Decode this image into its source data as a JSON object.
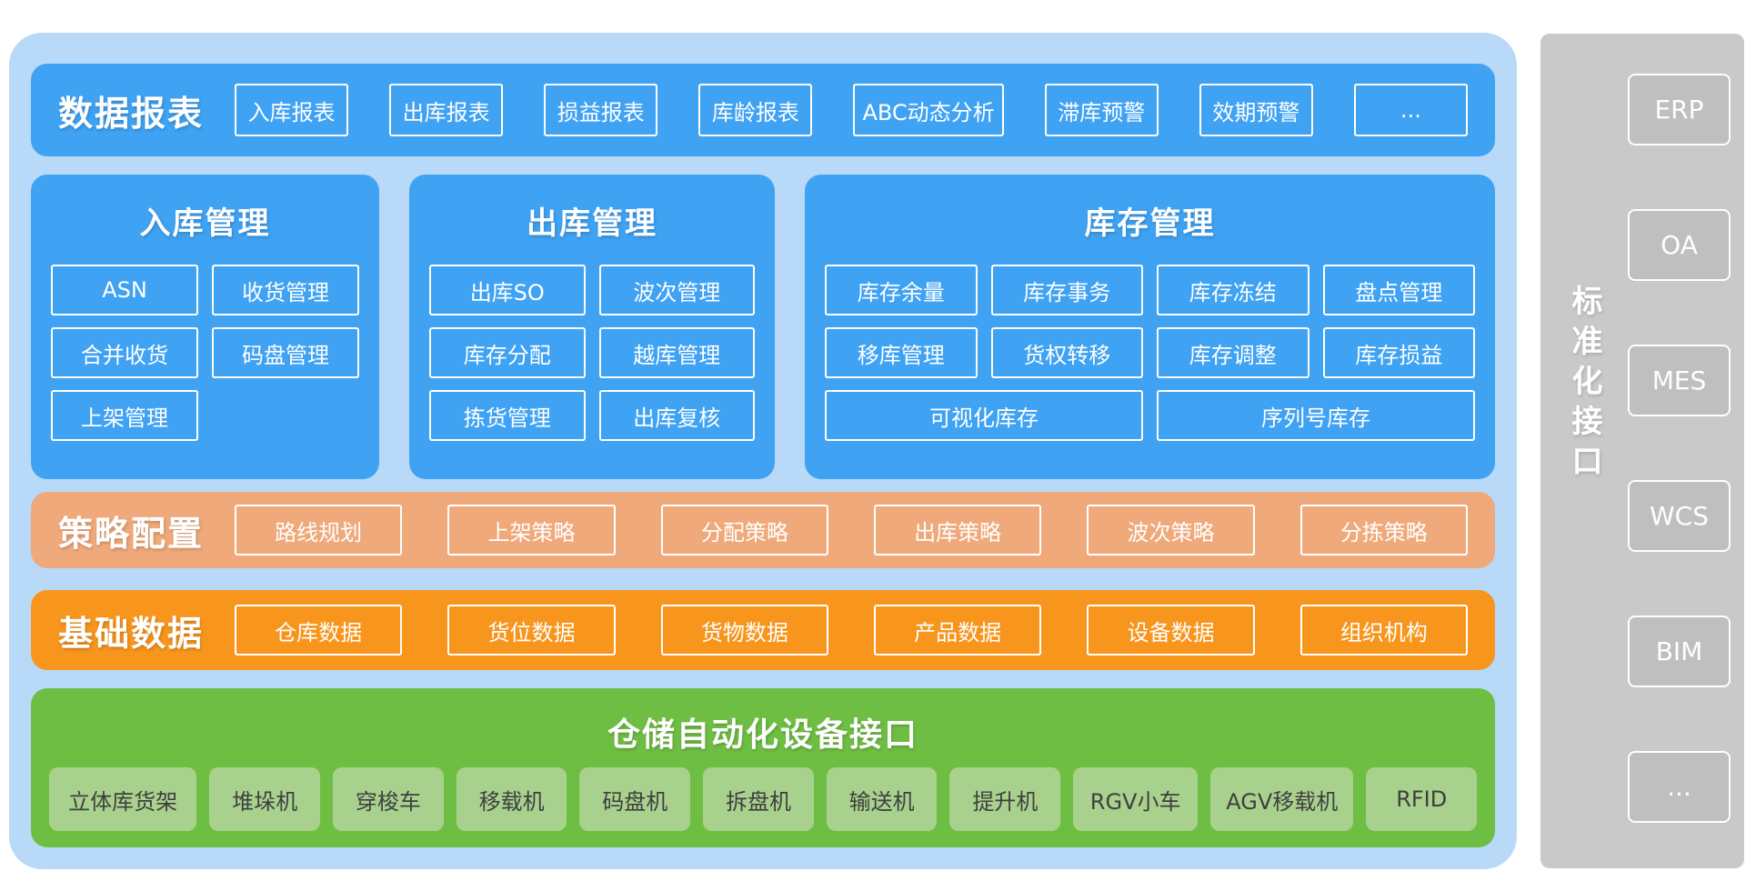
{
  "palette": {
    "container_blue": "#B9D9F8",
    "panel_blue": "#3FA2F3",
    "strategy_salmon": "#F0A97A",
    "base_orange": "#F7951D",
    "automation_green": "#6FBE44",
    "device_light_green": "#A9D18E",
    "device_text": "#3F3F3F",
    "sidebar_gray": "#C9C9C9",
    "sidebar_box_gray": "#BFBFBF",
    "text_white": "#FFFFFF"
  },
  "top_bar": {
    "title": "数据报表",
    "items": [
      "入库报表",
      "出库报表",
      "损益报表",
      "库龄报表",
      "ABC动态分析",
      "滞库预警",
      "效期预警",
      "..."
    ]
  },
  "inbound": {
    "title": "入库管理",
    "buttons": [
      "ASN",
      "收货管理",
      "合并收货",
      "码盘管理",
      "上架管理"
    ]
  },
  "outbound": {
    "title": "出库管理",
    "buttons": [
      "出库SO",
      "波次管理",
      "库存分配",
      "越库管理",
      "拣货管理",
      "出库复核"
    ]
  },
  "inventory": {
    "title": "库存管理",
    "buttons": [
      "库存余量",
      "库存事务",
      "库存冻结",
      "盘点管理",
      "移库管理",
      "货权转移",
      "库存调整",
      "库存损益"
    ],
    "wide_buttons": [
      "可视化库存",
      "序列号库存"
    ]
  },
  "strategy": {
    "title": "策略配置",
    "items": [
      "路线规划",
      "上架策略",
      "分配策略",
      "出库策略",
      "波次策略",
      "分拣策略"
    ]
  },
  "base_data": {
    "title": "基础数据",
    "items": [
      "仓库数据",
      "货位数据",
      "货物数据",
      "产品数据",
      "设备数据",
      "组织机构"
    ]
  },
  "automation": {
    "title": "仓储自动化设备接口",
    "items": [
      "立体库货架",
      "堆垛机",
      "穿梭车",
      "移载机",
      "码盘机",
      "拆盘机",
      "输送机",
      "提升机",
      "RGV小车",
      "AGV移载机",
      "RFID"
    ]
  },
  "sidebar": {
    "title": "标准化接口",
    "items": [
      "ERP",
      "OA",
      "MES",
      "WCS",
      "BIM",
      "..."
    ]
  }
}
